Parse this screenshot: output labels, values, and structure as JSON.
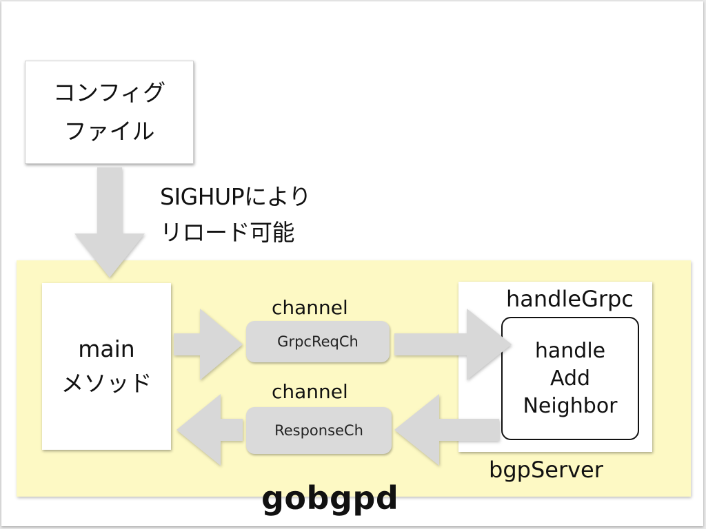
{
  "config_file": {
    "line1": "コンフィグ",
    "line2": "ファイル"
  },
  "reload_note": {
    "line1": "SIGHUPにより",
    "line2": "リロード可能"
  },
  "main_method": {
    "line1": "main",
    "line2": "メソッド"
  },
  "request_channel": {
    "label": "channel",
    "name": "GrpcReqCh"
  },
  "response_channel": {
    "label": "channel",
    "name": "ResponseCh"
  },
  "handle_grpc": {
    "label": "handleGrpc",
    "inner_line1": "handle",
    "inner_line2": "Add",
    "inner_line3": "Neighbor"
  },
  "bgp_server": {
    "label": "bgpServer"
  },
  "daemon": {
    "label": "gobgpd"
  },
  "colors": {
    "daemon_background": "#fdf9c4",
    "arrow": "#d8d8d8",
    "channel_pill": "#dadada"
  }
}
